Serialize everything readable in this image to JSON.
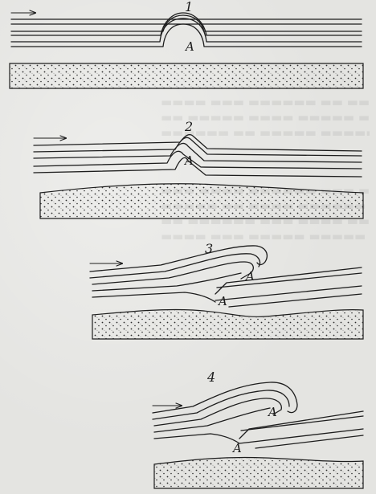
{
  "panels": [
    {
      "number": "1",
      "block_labels": [
        "A"
      ]
    },
    {
      "number": "2",
      "block_labels": [
        "A"
      ]
    },
    {
      "number": "3",
      "block_labels": [
        "A",
        "A"
      ]
    },
    {
      "number": "4",
      "block_labels": [
        "A",
        "A"
      ]
    }
  ],
  "colors": {
    "ink": "#1d1d1d",
    "paper": "#e4e4e1",
    "basement_dots": "#2a2a2a"
  },
  "icons": {
    "arrow": "right-arrow-icon",
    "basement": "dotted-basement-pattern"
  }
}
